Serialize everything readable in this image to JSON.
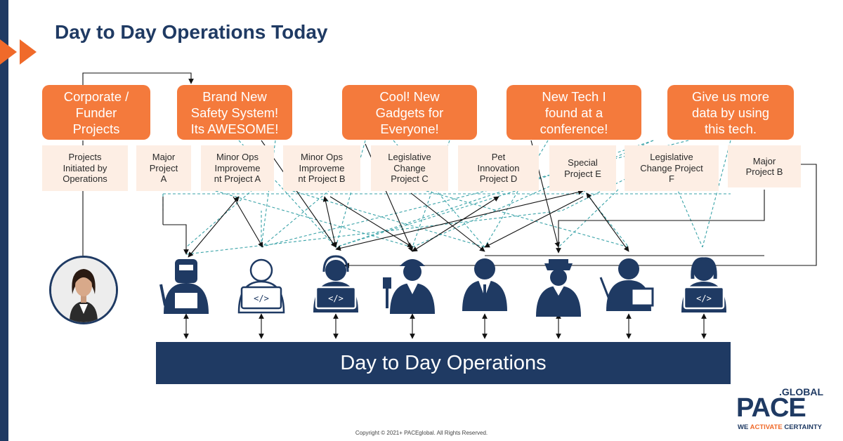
{
  "slide": {
    "title": "Day to Day Operations Today",
    "bar_label": "Day to Day Operations",
    "copyright": "Copyright © 2021+ PACEglobal. All Rights Reserved."
  },
  "colors": {
    "navy": "#1f3a63",
    "orange": "#f47a3c",
    "peach": "#fdeee4",
    "teal": "#3aa3a8"
  },
  "sources": [
    {
      "label": "Corporate /\nFunder\nProjects"
    },
    {
      "label": "Brand New\nSafety System!\nIts AWESOME!"
    },
    {
      "label": "Cool! New\nGadgets for\nEveryone!"
    },
    {
      "label": "New Tech I\nfound at a\nconference!"
    },
    {
      "label": "Give us more\ndata by using\nthis tech."
    }
  ],
  "projects": [
    {
      "label": "Projects\nInitiated by\nOperations"
    },
    {
      "label": "Major\nProject\nA"
    },
    {
      "label": "Minor Ops\nImproveme\nnt Project A"
    },
    {
      "label": "Minor Ops\nImproveme\nnt Project B"
    },
    {
      "label": "Legislative\nChange\nProject C"
    },
    {
      "label": "Pet\nInnovation\nProject D"
    },
    {
      "label": "Special\nProject E"
    },
    {
      "label": "Legislative\nChange Project\nF"
    },
    {
      "label": "Major\nProject B"
    }
  ],
  "workers": [
    {
      "icon": "welder-icon"
    },
    {
      "icon": "developer-outline-icon"
    },
    {
      "icon": "developer-headset-icon"
    },
    {
      "icon": "engineer-icon"
    },
    {
      "icon": "manager-icon"
    },
    {
      "icon": "police-officer-icon"
    },
    {
      "icon": "teacher-icon"
    },
    {
      "icon": "developer-female-icon"
    }
  ],
  "logo": {
    "suffix": ".GLOBAL",
    "name": "PACE",
    "tagline_prefix": "WE ",
    "tagline_highlight": "ACTIVATE",
    "tagline_suffix": " CERTAINTY"
  }
}
